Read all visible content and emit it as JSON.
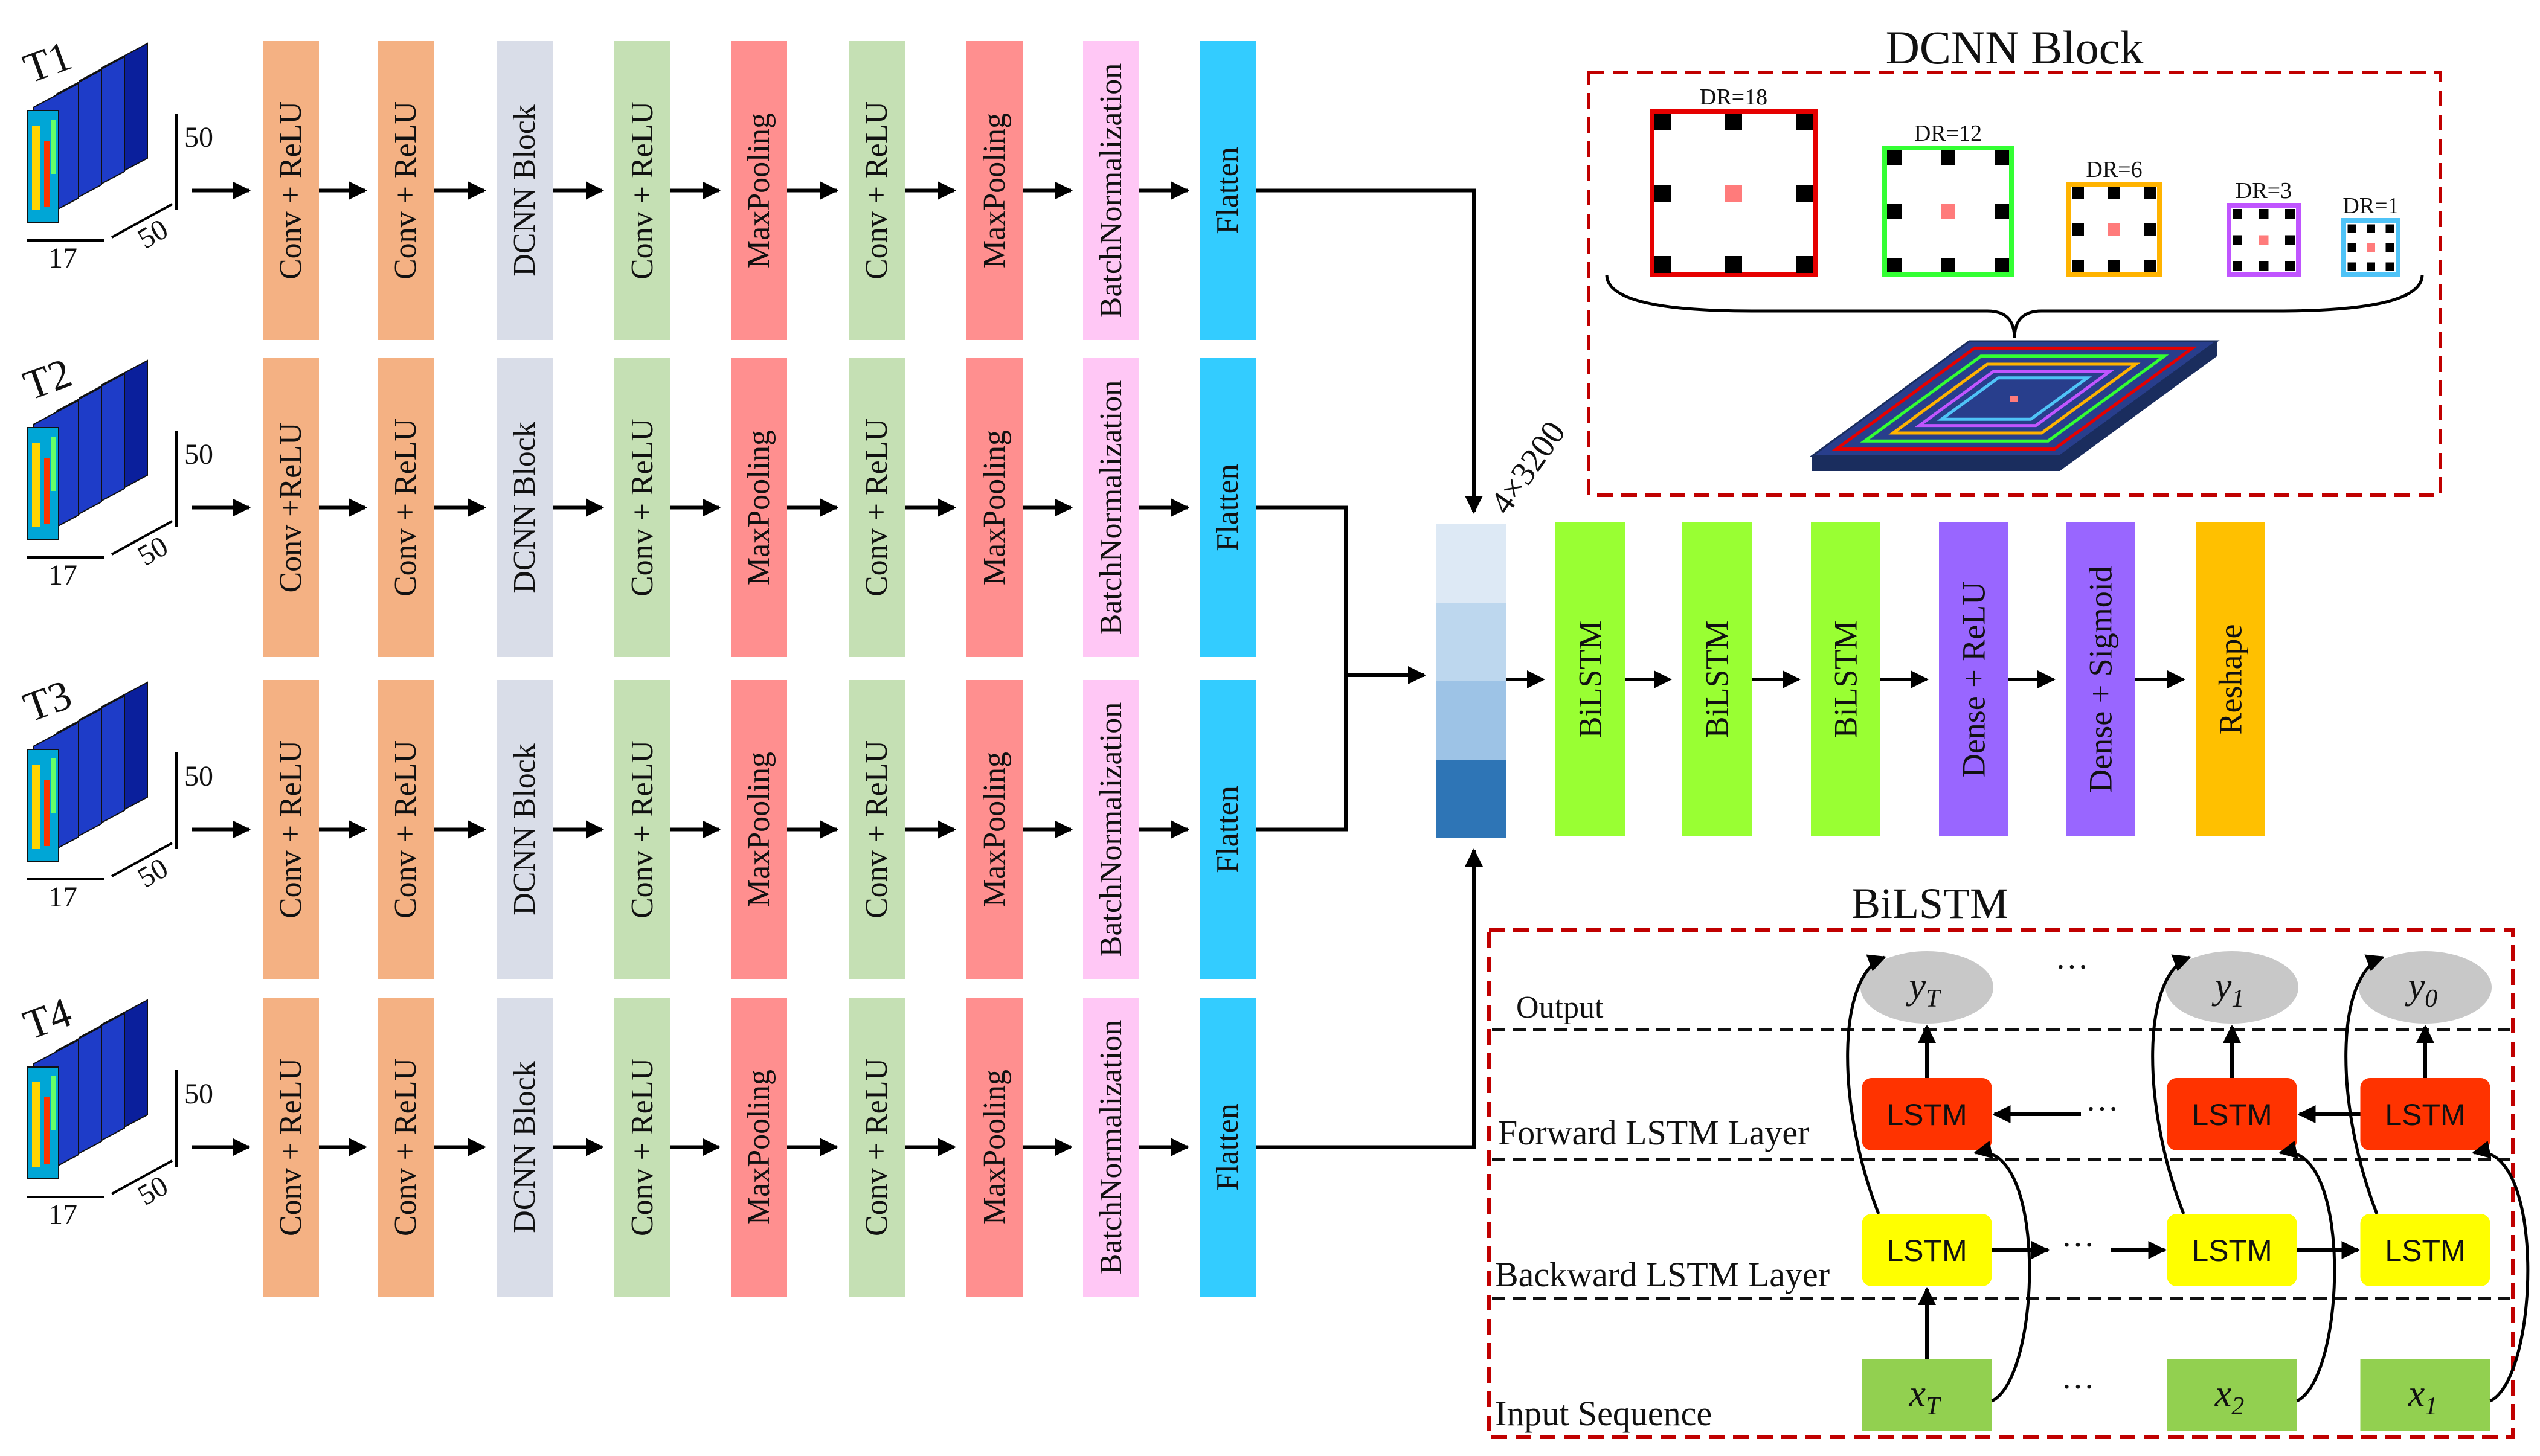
{
  "inputs": [
    {
      "label": "T1",
      "dim_height": "50",
      "dim_width": "17",
      "dim_depth": "50"
    },
    {
      "label": "T2",
      "dim_height": "50",
      "dim_width": "17",
      "dim_depth": "50"
    },
    {
      "label": "T3",
      "dim_height": "50",
      "dim_width": "17",
      "dim_depth": "50"
    },
    {
      "label": "T4",
      "dim_height": "50",
      "dim_width": "17",
      "dim_depth": "50"
    }
  ],
  "branch_layers": [
    {
      "label": "Conv + ReLU",
      "color": "#f4b183"
    },
    {
      "label": "Conv + ReLU",
      "color": "#f4b183"
    },
    {
      "label": "DCNN Block",
      "color": "#d9dde8"
    },
    {
      "label": "Conv + ReLU",
      "color": "#c5e0b4"
    },
    {
      "label": "MaxPooling",
      "color": "#ff8f8f"
    },
    {
      "label": "Conv + ReLU",
      "color": "#c5e0b4"
    },
    {
      "label": "MaxPooling",
      "color": "#ff8f8f"
    },
    {
      "label": "BatchNormalization",
      "color": "#ffc7f5"
    },
    {
      "label": "Flatten",
      "color": "#33ccff"
    }
  ],
  "branch_label_overrides": {
    "row1_layer0": "Conv +ReLU"
  },
  "concat": {
    "label": "4×3200",
    "colors": [
      "#dde9f5",
      "#bdd7ee",
      "#9dc3e6",
      "#2e75b6"
    ]
  },
  "head_layers": [
    {
      "label": "BiLSTM",
      "color": "#99ff33"
    },
    {
      "label": "BiLSTM",
      "color": "#99ff33"
    },
    {
      "label": "BiLSTM",
      "color": "#99ff33"
    },
    {
      "label": "Dense + ReLU",
      "color": "#9966ff"
    },
    {
      "label": "Dense + Sigmoid",
      "color": "#9966ff"
    },
    {
      "label": "Reshape",
      "color": "#ffc000"
    }
  ],
  "dcnn_block": {
    "title": "DCNN Block",
    "kernels": [
      {
        "label": "DR=18",
        "color": "#e60000"
      },
      {
        "label": "DR=12",
        "color": "#33ff33"
      },
      {
        "label": "DR=6",
        "color": "#ffb300"
      },
      {
        "label": "DR=3",
        "color": "#c055ff"
      },
      {
        "label": "DR=1",
        "color": "#4fc3f7"
      }
    ]
  },
  "bilstm": {
    "title": "BiLSTM",
    "rows": {
      "output": "Output",
      "forward": "Forward LSTM Layer",
      "backward": "Backward LSTM Layer",
      "input": "Input Sequence"
    },
    "lstm_label": "LSTM",
    "ellipsis": "···",
    "outputs": [
      {
        "base": "y",
        "sub": "T"
      },
      {
        "base": "y",
        "sub": "1"
      },
      {
        "base": "y",
        "sub": "0"
      }
    ],
    "inputs": [
      {
        "base": "x",
        "sub": "T"
      },
      {
        "base": "x",
        "sub": "2"
      },
      {
        "base": "x",
        "sub": "1"
      }
    ],
    "colors": {
      "forward": "#ff3300",
      "backward": "#ffff00",
      "input": "#92d050",
      "output": "#c8c8c8"
    }
  }
}
